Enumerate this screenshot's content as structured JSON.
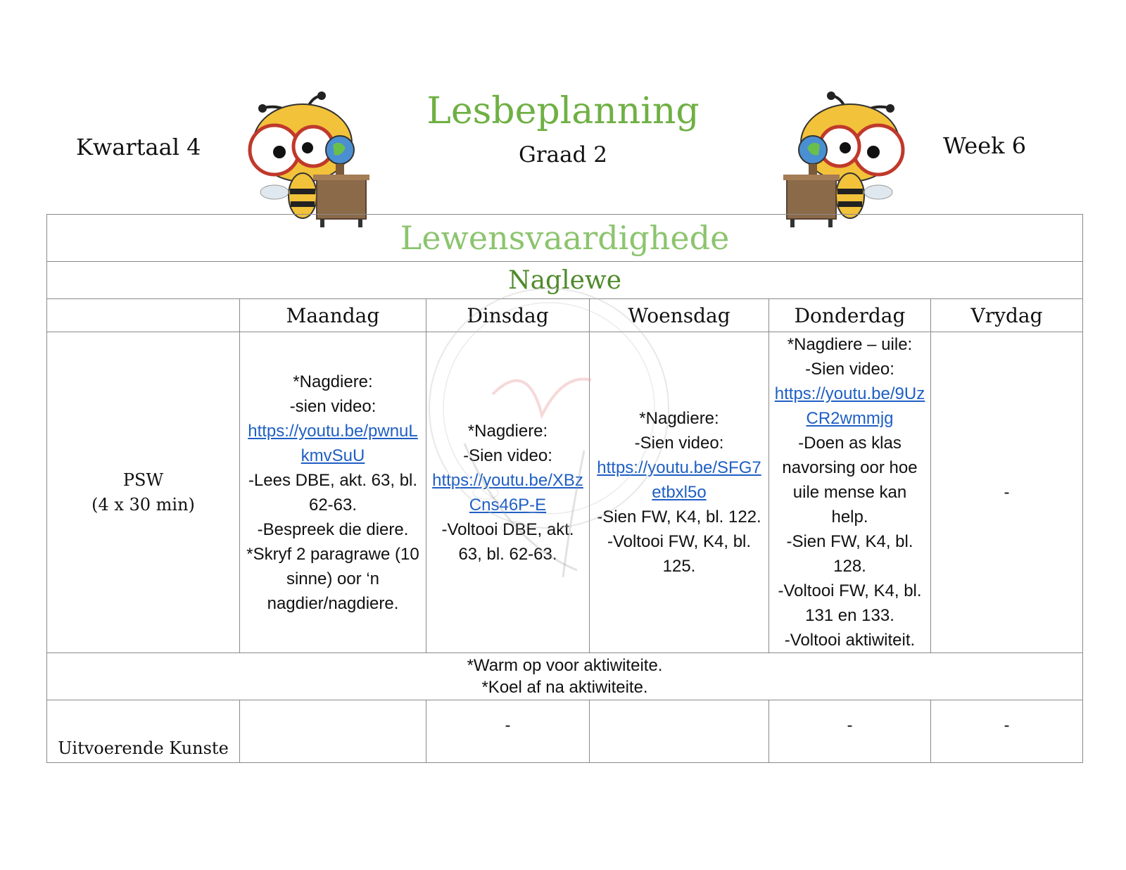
{
  "header": {
    "term": "Kwartaal 4",
    "week": "Week 6",
    "title": "Lesbeplanning",
    "grade": "Graad 2"
  },
  "table": {
    "subject": "Lewensvaardighede",
    "topic": "Naglewe",
    "days": [
      "Maandag",
      "Dinsdag",
      "Woensdag",
      "Donderdag",
      "Vrydag"
    ],
    "psw": {
      "label": "PSW",
      "duration": "(4 x 30 min)",
      "monday": {
        "before": "*Nagdiere:\n-sien video:",
        "link": "https://youtu.be/pwnuLkmvSuU",
        "after": "-Lees DBE, akt. 63, bl. 62-63.\n-Bespreek die diere.\n*Skryf 2 paragrawe  (10 sinne) oor ‘n nagdier/nagdiere."
      },
      "tuesday": {
        "before": "*Nagdiere:\n-Sien video:",
        "link": "https://youtu.be/XBzCns46P-E",
        "after": "-Voltooi DBE, akt. 63, bl. 62-63."
      },
      "wednesday": {
        "before": "*Nagdiere:\n-Sien video:",
        "link": "https://youtu.be/SFG7etbxl5o",
        "after": "-Sien FW, K4, bl. 122.\n-Voltooi FW, K4, bl. 125."
      },
      "thursday": {
        "before": "*Nagdiere – uile:\n-Sien video:",
        "link": "https://youtu.be/9UzCR2wmmjg",
        "after": "-Doen as klas navorsing oor hoe uile mense kan help.\n-Sien FW, K4, bl. 128.\n-Voltooi FW, K4, bl. 131 en 133.\n-Voltooi aktiwiteit."
      },
      "friday": "-"
    },
    "notes": "*Warm op voor aktiwiteite.\n*Koel af na aktiwiteite.",
    "performing_arts": {
      "label": "Uitvoerende Kunste",
      "monday": "",
      "tuesday": "-",
      "wednesday": "",
      "thursday": "-",
      "friday": "-"
    }
  },
  "colors": {
    "title_green": "#6fb043",
    "subject_green": "#8cc46e",
    "topic_green": "#4f8a2b",
    "link_blue": "#1f5fc4"
  },
  "icons": [
    "bee-with-glasses-and-globe-icon",
    "watermark-logo"
  ]
}
